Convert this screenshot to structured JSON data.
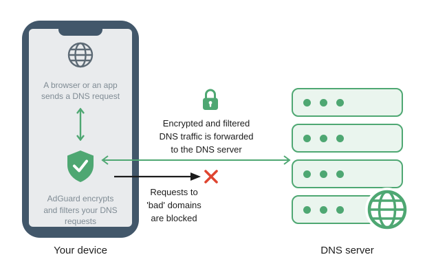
{
  "colors": {
    "green": "#4EA772",
    "green_fill": "#EAF5EE",
    "phone_frame": "#42576A",
    "phone_screen": "#E9EBED",
    "icon_gray": "#5D6A75",
    "screen_text_gray": "#7F8B94",
    "text_dark": "#1B1B1B",
    "blocked_red": "#DF4530"
  },
  "device": {
    "label": "Your device",
    "browser_text": "A browser or an app\nsends a DNS request",
    "adguard_text": "AdGuard encrypts\nand filters your DNS\nrequests"
  },
  "flow": {
    "encrypted_text": "Encrypted and filtered\nDNS traffic is forwarded\nto the DNS server",
    "blocked_text": "Requests to\n'bad' domains\nare blocked"
  },
  "server": {
    "label": "DNS server",
    "rows": 4,
    "dots_per_row": 3
  },
  "icons": {
    "phone_globe": "globe-icon",
    "vertical_arrow": "double-arrow-vertical-icon",
    "shield": "shield-check-icon",
    "lock": "lock-icon",
    "horizontal_arrow": "double-arrow-horizontal-icon",
    "block_arrow": "arrow-right-icon",
    "blocked": "x-mark-icon",
    "server_globe": "globe-icon"
  }
}
